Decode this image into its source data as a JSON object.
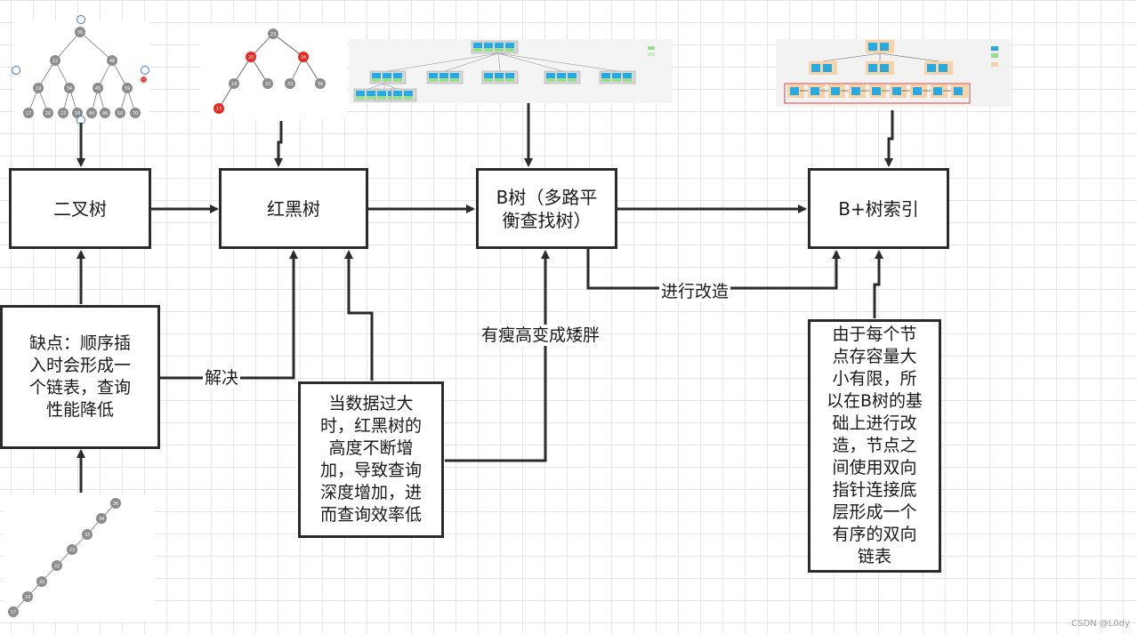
{
  "nodes": {
    "binary_tree": "二叉树",
    "red_black_tree": "红黑树",
    "b_tree": "B树（多路平衡查找树）",
    "bplus_index": "B+树索引"
  },
  "notes": {
    "binary_tree_drawback": "缺点：顺序插入时会形成一个链表，查询性能降低",
    "red_black_drawback": "当数据过大时，红黑树的高度不断增加，导致查询深度增加，进而查询效率低",
    "bplus_reason": "由于每个节点存容量大小有限，所以在B树的基础上进行改造，节点之间使用双向指针连接底层形成一个有序的双向链表"
  },
  "edge_labels": {
    "solve": "解决",
    "thin_to_fat": "有瘦高变成矮胖",
    "transform": "进行改造"
  },
  "thumbnails": {
    "binary_tree_nodes": [
      "36",
      "22",
      "48",
      "19",
      "34",
      "45",
      "59",
      "17",
      "20",
      "23",
      "34",
      "40",
      "46",
      "50",
      "70"
    ],
    "red_black_nodes": [
      "23",
      "20",
      "34",
      "19",
      "22",
      "33",
      "36",
      "17"
    ],
    "chain_nodes": [
      "36",
      "34",
      "33",
      "23",
      "22",
      "20",
      "19",
      "17"
    ]
  },
  "colors": {
    "stroke": "#2b2b2b",
    "red_node": "#e52a1f",
    "gray_node": "#8c8c8c",
    "key_blue": "#27a9e1",
    "key_green": "#9bdc8e",
    "node_orange": "#f9d3a6"
  },
  "watermark": "CSDN @L0dy"
}
